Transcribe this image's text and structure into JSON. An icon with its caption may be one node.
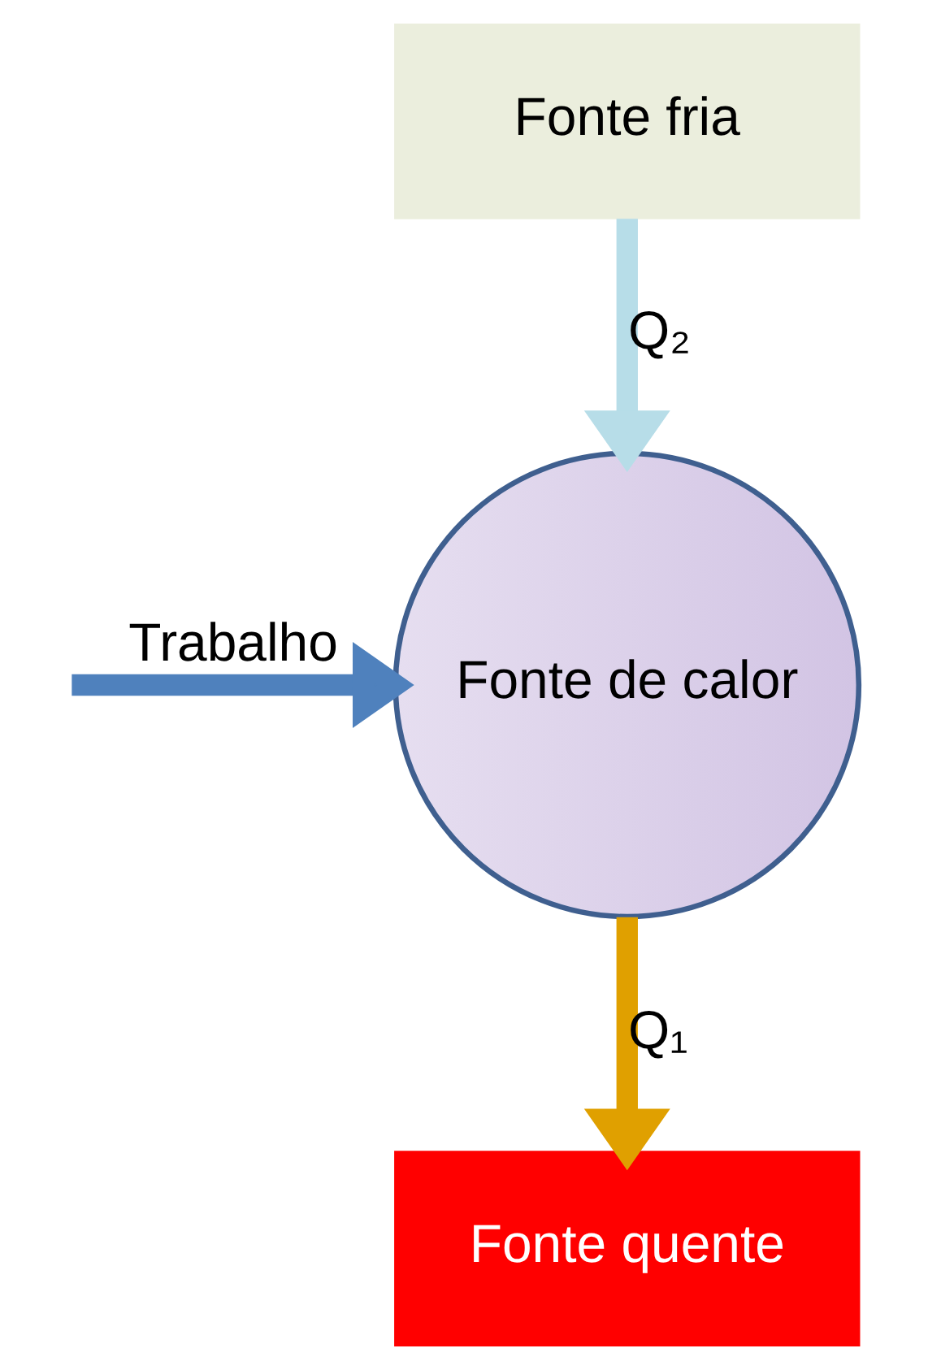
{
  "diagram": {
    "nodes": [
      {
        "text": [
          "Fonte fria"
        ]
      },
      {
        "text": [
          "Fonte de calor"
        ]
      },
      {
        "text": [
          "Fonte quente"
        ]
      }
    ],
    "edges": [
      {
        "from": 0,
        "to": 1,
        "arrow": "to",
        "label": "Q₂",
        "color": "#b7dde8"
      },
      {
        "from": 1,
        "to": 2,
        "arrow": "to",
        "label": "Q₁",
        "color": "#e0a000"
      },
      {
        "from": null,
        "to": 1,
        "arrow": "to",
        "label": "Trabalho",
        "color": "#4f81bd"
      }
    ]
  }
}
